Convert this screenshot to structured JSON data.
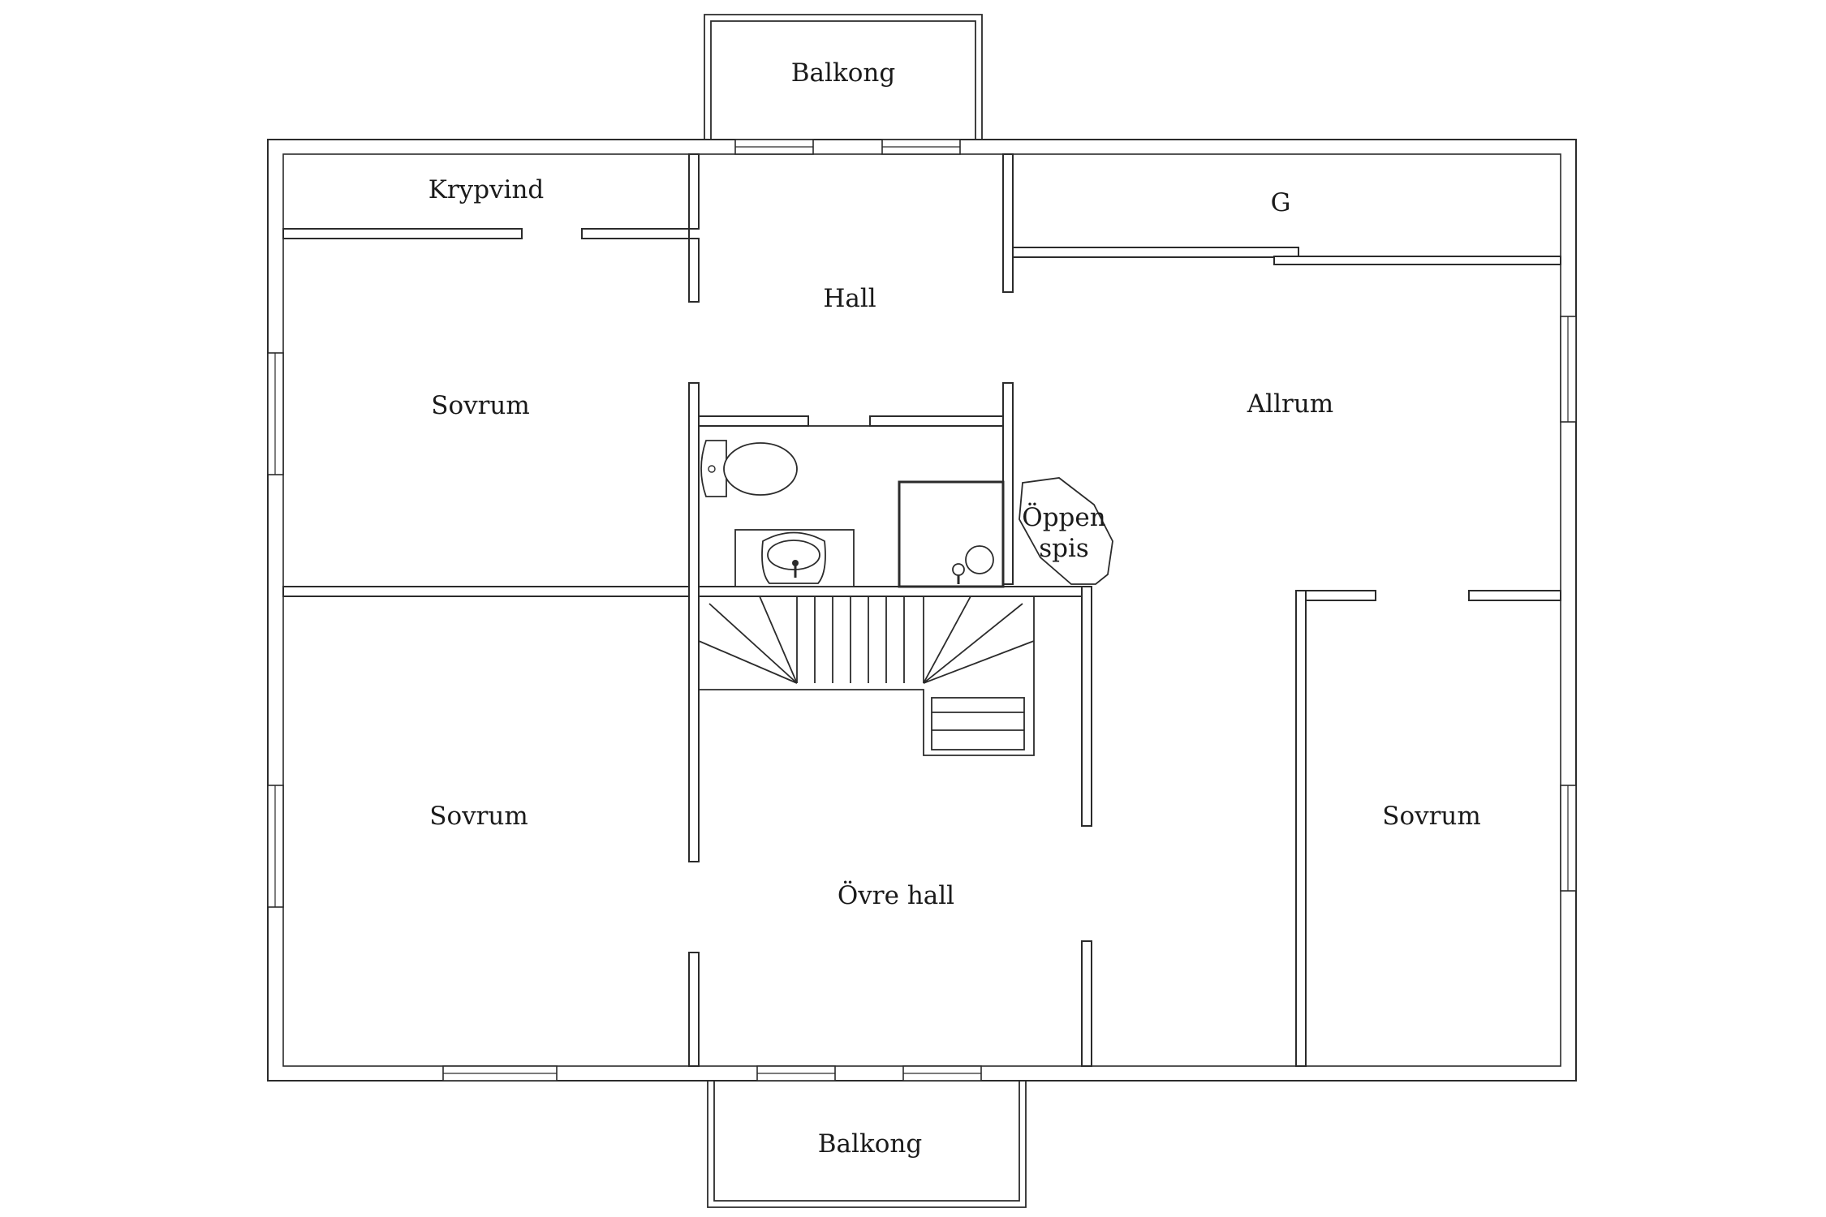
{
  "rooms": {
    "balcony_top": "Balkong",
    "balcony_bottom": "Balkong",
    "crawlspace": "Krypvind",
    "storage": "G",
    "hall": "Hall",
    "bedroom_nw": "Sovrum",
    "living": "Allrum",
    "fireplace_line1": "Öppen",
    "fireplace_line2": "spis",
    "bedroom_sw": "Sovrum",
    "bedroom_e": "Sovrum",
    "upper_hall": "Övre hall"
  },
  "colors": {
    "line": "#2b2b2b",
    "background": "#ffffff",
    "text": "#1a1a1a"
  }
}
